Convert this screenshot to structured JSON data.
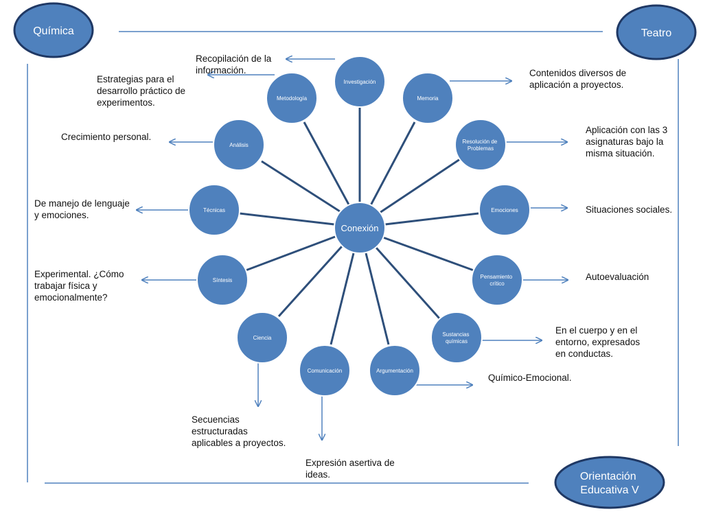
{
  "colors": {
    "node_fill": "#4f81bd",
    "node_stroke": "#3f6fa8",
    "subject_fill": "#4f81bd",
    "subject_stroke": "#1f3864",
    "connector": "#2e4f7a",
    "arrow": "#4f81bd",
    "frame_line": "#4f81bd"
  },
  "subjects": [
    {
      "id": "quimica",
      "label": "Química"
    },
    {
      "id": "teatro",
      "label": "Teatro"
    },
    {
      "id": "orientacion",
      "label": "Orientación\nEducativa  V"
    }
  ],
  "hub": {
    "label": "Conexión"
  },
  "nodes": [
    {
      "id": "investigacion",
      "label": "Investigación"
    },
    {
      "id": "memoria",
      "label": "Memoria"
    },
    {
      "id": "resolucion",
      "label": "Resolución de\nProblemas"
    },
    {
      "id": "emociones",
      "label": "Emociones"
    },
    {
      "id": "pensamiento",
      "label": "Pensamiento\ncrítico"
    },
    {
      "id": "sustancias",
      "label": "Sustancias\nquímicas"
    },
    {
      "id": "argumentacion",
      "label": "Argumentación"
    },
    {
      "id": "comunicacion",
      "label": "Comunicación"
    },
    {
      "id": "ciencia",
      "label": "Ciencia"
    },
    {
      "id": "sintesis",
      "label": "Síntesis"
    },
    {
      "id": "tecnicas",
      "label": "Técnicas"
    },
    {
      "id": "analisis",
      "label": "Análisis"
    },
    {
      "id": "metodologia",
      "label": "Metodología"
    }
  ],
  "notes": {
    "recopilacion": "Recopilación de la\ninformación.",
    "estrategias": "Estrategias para el\ndesarrollo práctico de\nexperimentos.",
    "contenidos": "Contenidos diversos de\naplicación a proyectos.",
    "crecimiento": "Crecimiento personal.",
    "aplicacion": "Aplicación con las 3\nasignaturas bajo la\nmisma situación.",
    "lenguaje": "De  manejo de lenguaje\ny emociones.",
    "situaciones": "Situaciones sociales.",
    "experimental": "Experimental. ¿Cómo\ntrabajar física y\nemocionalmente?",
    "autoevaluacion": "Autoevaluación",
    "cuerpo": "En el cuerpo y en el\nentorno, expresados\nen conductas.",
    "quimico": "Químico-Emocional.",
    "secuencias": "Secuencias\nestructuradas\naplicables a proyectos.",
    "expresion": "Expresión asertiva de\nideas."
  }
}
